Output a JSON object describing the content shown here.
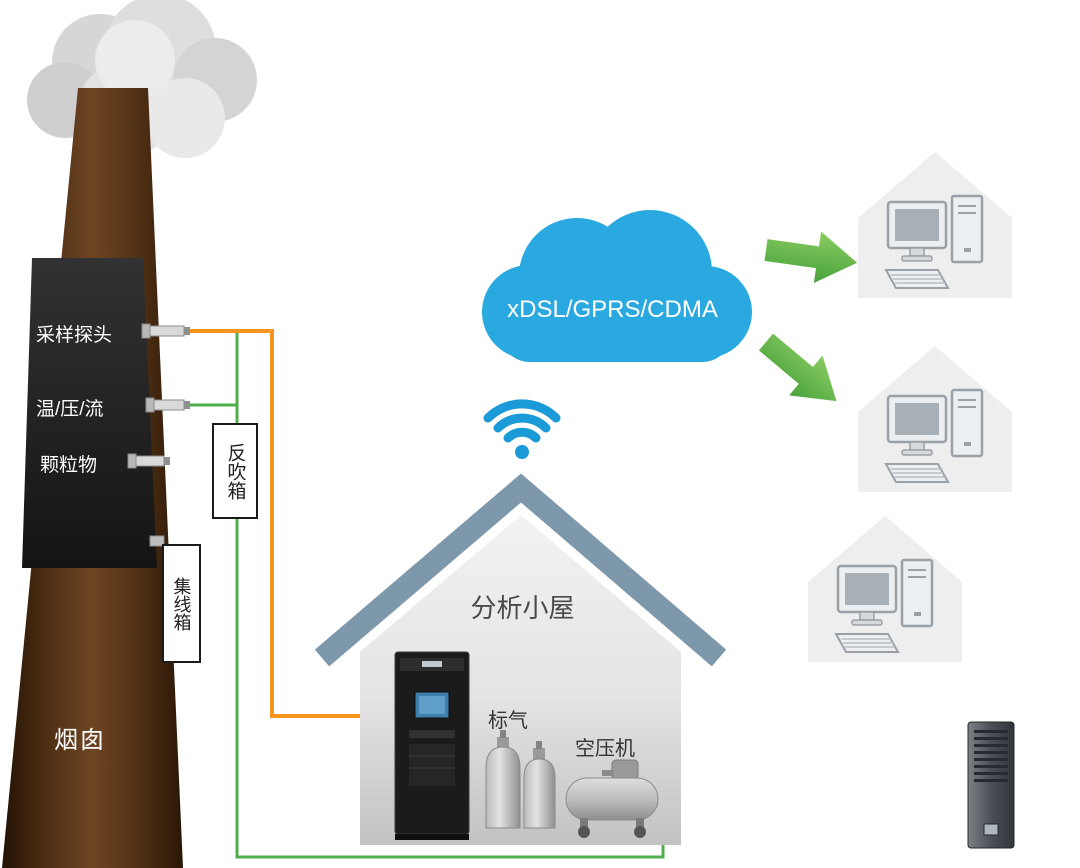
{
  "chimney": {
    "label": "烟囱",
    "sensors": {
      "sampling_probe": "采样探头",
      "temp_press_flow": "温/压/流",
      "particulate": "颗粒物"
    },
    "blowback_box_label": "反吹箱",
    "junction_box_label": "集线箱"
  },
  "network": {
    "cloud_label": "xDSL/GPRS/CDMA"
  },
  "analysis_house": {
    "label": "分析小屋",
    "standard_gas_label": "标气",
    "air_compressor_label": "空压机"
  },
  "colors": {
    "cloud_blue": "#2aa9e1",
    "wifi_blue": "#1a9ad6",
    "arrow_green": "#5cb54c",
    "line_green": "#4faf4c",
    "line_orange": "#f7941d",
    "roof_gray_blue": "#7e98ab",
    "chimney_brown": "#6e4523",
    "panel_black": "#1c1c1c"
  }
}
